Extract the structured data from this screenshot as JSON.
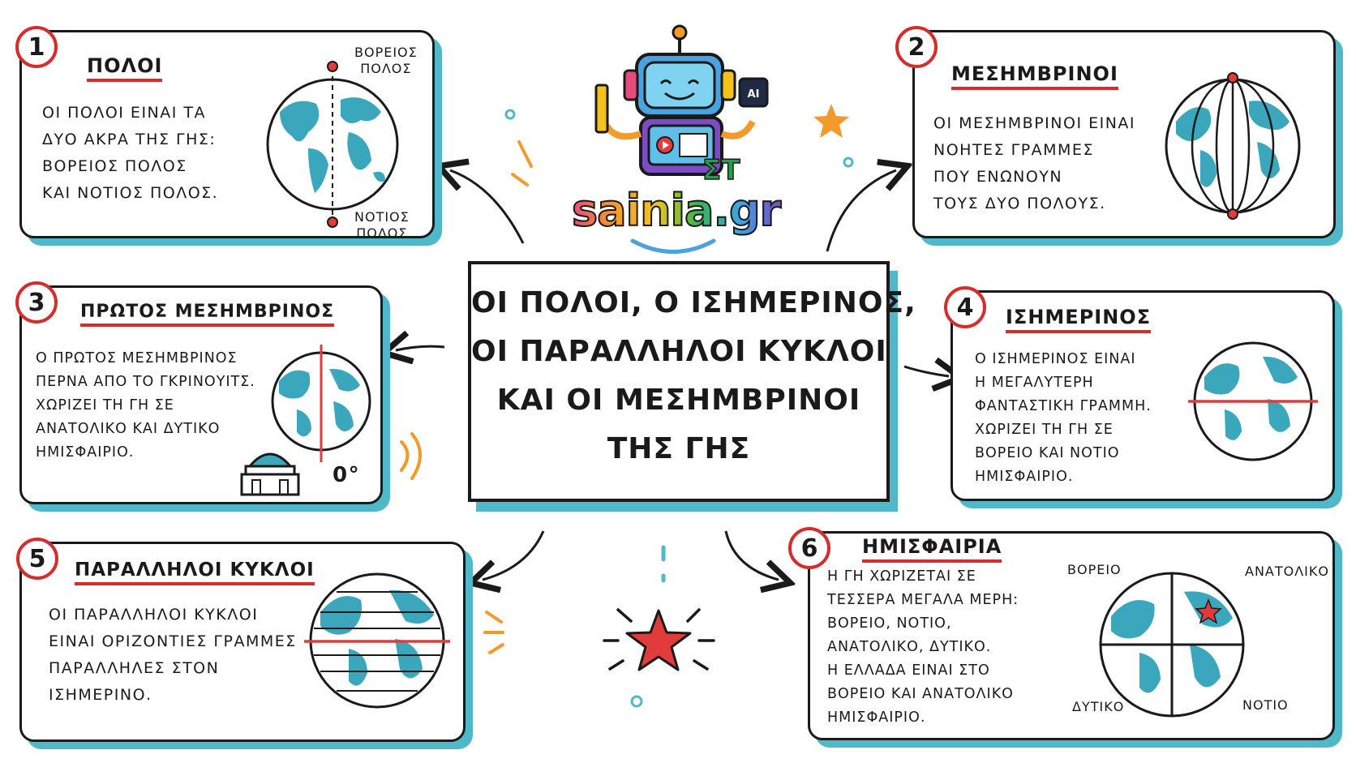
{
  "center": {
    "title": "ΟΙ ΠΟΛΟΙ, Ο ΙΣΗΜΕΡΙΝΟΣ,\nΟΙ ΠΑΡΑΛΛΗΛΟΙ ΚΥΚΛΟΙ\nΚΑΙ ΟΙ ΜΕΣΗΜΒΡΙΝΟΙ\nΤΗΣ ΓΗΣ"
  },
  "logo": {
    "text": "sainia.gr",
    "suffix": "ΣΤ",
    "ai_chip": "AI"
  },
  "cards": {
    "c1": {
      "number": "1",
      "title": "ΠΟΛΟΙ",
      "text": "ΟΙ ΠΟΛΟΙ ΕΙΝΑΙ ΤΑ\nΔΥΟ ΑΚΡΑ ΤΗΣ ΓΗΣ:\nΒΟΡΕΙΟΣ ΠΟΛΟΣ\nΚΑΙ ΝΟΤΙΟΣ ΠΟΛΟΣ.",
      "label_north": "ΒΟΡΕΙΟΣ\nΠΟΛΟΣ",
      "label_south": "ΝΟΤΙΟΣ\nΠΟΛΟΣ"
    },
    "c2": {
      "number": "2",
      "title": "ΜΕΣΗΜΒΡΙΝΟΙ",
      "text": "ΟΙ ΜΕΣΗΜΒΡΙΝΟΙ ΕΙΝΑΙ\nΝΟΗΤΕΣ ΓΡΑΜΜΕΣ\nΠΟΥ ΕΝΩΝΟΥΝ\nΤΟΥΣ ΔΥΟ ΠΟΛΟΥΣ."
    },
    "c3": {
      "number": "3",
      "title": "ΠΡΩΤΟΣ ΜΕΣΗΜΒΡΙΝΟΣ",
      "text": "Ο ΠΡΩΤΟΣ ΜΕΣΗΜΒΡΙΝΟΣ\nΠΕΡΝΑ ΑΠΟ ΤΟ ΓΚΡΙΝΟΥΙΤΣ.\nΧΩΡΙΖΕΙ ΤΗ ΓΗ ΣΕ\nΑΝΑΤΟΛΙΚΟ ΚΑΙ ΔΥΤΙΚΟ\nΗΜΙΣΦΑΙΡΙΟ.",
      "degree": "0°"
    },
    "c4": {
      "number": "4",
      "title": "ΙΣΗΜΕΡΙΝΟΣ",
      "text": "Ο ΙΣΗΜΕΡΙΝΟΣ ΕΙΝΑΙ\nΗ ΜΕΓΑΛΥΤΕΡΗ\nΦΑΝΤΑΣΤΙΚΗ ΓΡΑΜΜΗ.\nΧΩΡΙΖΕΙ ΤΗ ΓΗ ΣΕ\nΒΟΡΕΙΟ ΚΑΙ ΝΟΤΙΟ\nΗΜΙΣΦΑΙΡΙΟ."
    },
    "c5": {
      "number": "5",
      "title": "ΠΑΡΑΛΛΗΛΟΙ ΚΥΚΛΟΙ",
      "text": "ΟΙ ΠΑΡΑΛΛΗΛΟΙ ΚΥΚΛΟΙ\nΕΙΝΑΙ ΟΡΙΖΟΝΤΙΕΣ ΓΡΑΜΜΕΣ\nΠΑΡΑΛΛΗΛΕΣ ΣΤΟΝ\nΙΣΗΜΕΡΙΝΟ."
    },
    "c6": {
      "number": "6",
      "title": "ΗΜΙΣΦΑΙΡΙΑ",
      "text": "Η ΓΗ ΧΩΡΙΖΕΤΑΙ ΣΕ\nΤΕΣΣΕΡΑ ΜΕΓΑΛΑ ΜΕΡΗ:\nΒΟΡΕΙΟ, ΝΟΤΙΟ,\nΑΝΑΤΟΛΙΚΟ, ΔΥΤΙΚΟ.\nΗ ΕΛΛΑΔΑ ΕΙΝΑΙ ΣΤΟ\nΒΟΡΕΙΟ ΚΑΙ ΑΝΑΤΟΛΙΚΟ\nΗΜΙΣΦΑΙΡΙΟ.",
      "label_north": "ΒΟΡΕΙΟ",
      "label_east": "ΑΝΑΤΟΛΙΚΟ",
      "label_west": "ΔΥΤΙΚΟ",
      "label_south": "ΝΟΤΙΟ"
    }
  },
  "colors": {
    "accent_red": "#d62c2c",
    "shadow_teal": "#4fb8c9",
    "land": "#3aa7bd",
    "orange": "#f39a2b"
  },
  "icons": [
    "globe-icon",
    "robot-mascot-icon",
    "observatory-icon",
    "star-icon",
    "arrow-icon"
  ]
}
